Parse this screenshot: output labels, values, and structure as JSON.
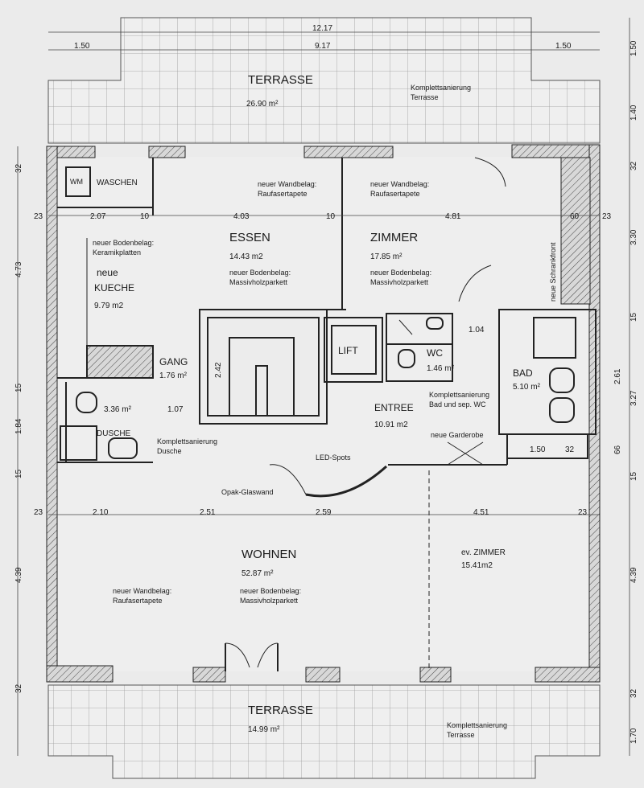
{
  "rooms": {
    "terrasse_top": {
      "name": "TERRASSE",
      "area": "26.90 m²",
      "note1": "Komplettsanierung",
      "note2": "Terrasse"
    },
    "waschen": {
      "name": "WASCHEN",
      "wm": "WM"
    },
    "essen": {
      "name": "ESSEN",
      "area": "14.43 m2",
      "wall1": "neuer Wandbelag:",
      "wall2": "Raufasertapete",
      "floor1": "neuer Bodenbelag:",
      "floor2": "Massivholzparkett"
    },
    "zimmer": {
      "name": "ZIMMER",
      "area": "17.85 m²",
      "wall1": "neuer Wandbelag:",
      "wall2": "Raufasertapete",
      "floor1": "neuer Bodenbelag:",
      "floor2": "Massivholzparkett",
      "closet": "neue Schrankfront"
    },
    "kueche": {
      "name1": "neue",
      "name2": "KUECHE",
      "area": "9.79 m2",
      "floor1": "neuer Bodenbelag:",
      "floor2": "Keramikplatten"
    },
    "gang": {
      "name": "GANG",
      "area": "1.76 m²"
    },
    "lift": {
      "name": "LIFT"
    },
    "wc": {
      "name": "WC",
      "area": "1.46 m²"
    },
    "bad": {
      "name": "BAD",
      "area": "5.10 m²"
    },
    "entree": {
      "name": "ENTREE",
      "area": "10.91 m2",
      "reno1": "Komplettsanierung",
      "reno2": "Bad und sep. WC",
      "wardrobe": "neue Garderobe",
      "led": "LED-Spots"
    },
    "dusche": {
      "name": "DUSCHE",
      "area": "3.36 m²",
      "reno1": "Komplettsanierung",
      "reno2": "Dusche"
    },
    "glass": {
      "label": "Opak-Glaswand"
    },
    "wohnen": {
      "name": "WOHNEN",
      "area": "52.87 m²",
      "wall1": "neuer Wandbelag:",
      "wall2": "Raufasertapete",
      "floor1": "neuer Bodenbelag:",
      "floor2": "Massivholzparkett"
    },
    "evzimmer": {
      "name": "ev. ZIMMER",
      "area": "15.41m2"
    },
    "terrasse_bottom": {
      "name": "TERRASSE",
      "area": "14.99 m²",
      "note1": "Komplettsanierung",
      "note2": "Terrasse"
    }
  },
  "dims": {
    "top_total": "12.17",
    "top_inner": "9.17",
    "top_left": "1.50",
    "top_right": "1.50",
    "row1_a": "23",
    "row1_b": "2.07",
    "row1_c": "10",
    "row1_d": "4.03",
    "row1_e": "10",
    "row1_f": "4.81",
    "row1_g": "60",
    "row1_h": "23",
    "stair_h": "2.42",
    "entry_w": "1.07",
    "wc_w": "1.04",
    "bad_a": "1.50",
    "bad_b": "32",
    "row2_a": "23",
    "row2_b": "2.10",
    "row2_c": "2.51",
    "row2_d": "2.59",
    "row2_e": "4.51",
    "row2_f": "23",
    "left_1": "32",
    "left_2": "4.73",
    "left_3": "15",
    "left_4": "1.84",
    "left_5": "15",
    "left_6": "4.39",
    "left_7": "32",
    "right_1": "1.50",
    "right_2": "1.40",
    "right_3": "32",
    "right_4": "3.30",
    "right_5": "15",
    "right_6": "2.61",
    "right_7": "3.27",
    "right_8": "66",
    "right_9": "15",
    "right_10": "4.39",
    "right_11": "32",
    "right_12": "1.70"
  }
}
